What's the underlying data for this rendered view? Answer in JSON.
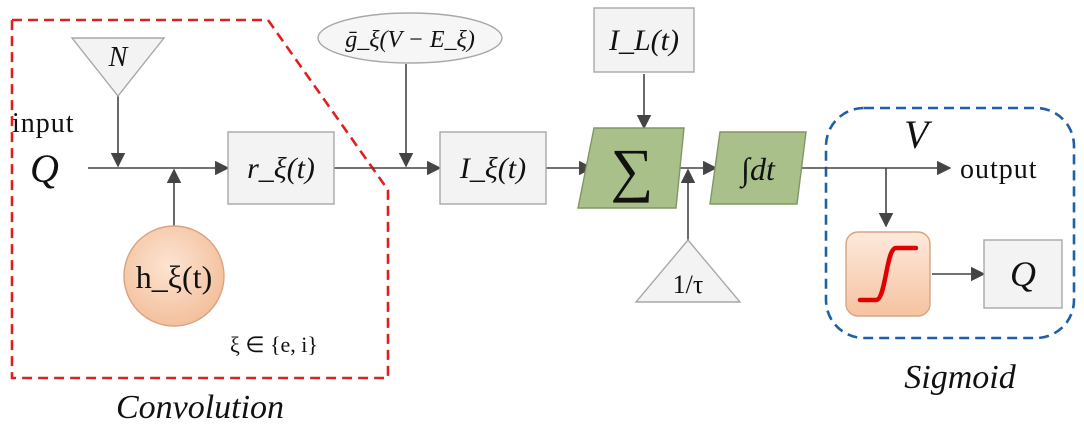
{
  "labels": {
    "input_word": "input",
    "input_Q": "Q",
    "noise_N": "N",
    "r_box": "r_ξ(t)",
    "h_circle": "h_ξ(t)",
    "xi_set": "ξ ∈ {e, i}",
    "conductance": "ḡ_ξ(V − E_ξ)",
    "I_box": "I_ξ(t)",
    "IL_box": "I_L(t)",
    "sum_symbol": "∑",
    "integral": "∫dt",
    "tau": "1/τ",
    "V_label": "V",
    "output_word": "output",
    "Q_output": "Q",
    "convolution": "Convolution",
    "sigmoid": "Sigmoid"
  },
  "colors": {
    "convolution_border": "#e02020",
    "sigmoid_border": "#1f5fa8",
    "green_block": "#a9c08a",
    "circle_fill": "#f6c9a8",
    "sigmoid_curve": "#e00000"
  },
  "icons": {
    "sum": "sigma-icon",
    "sigmoid": "sigmoid-curve-icon"
  }
}
